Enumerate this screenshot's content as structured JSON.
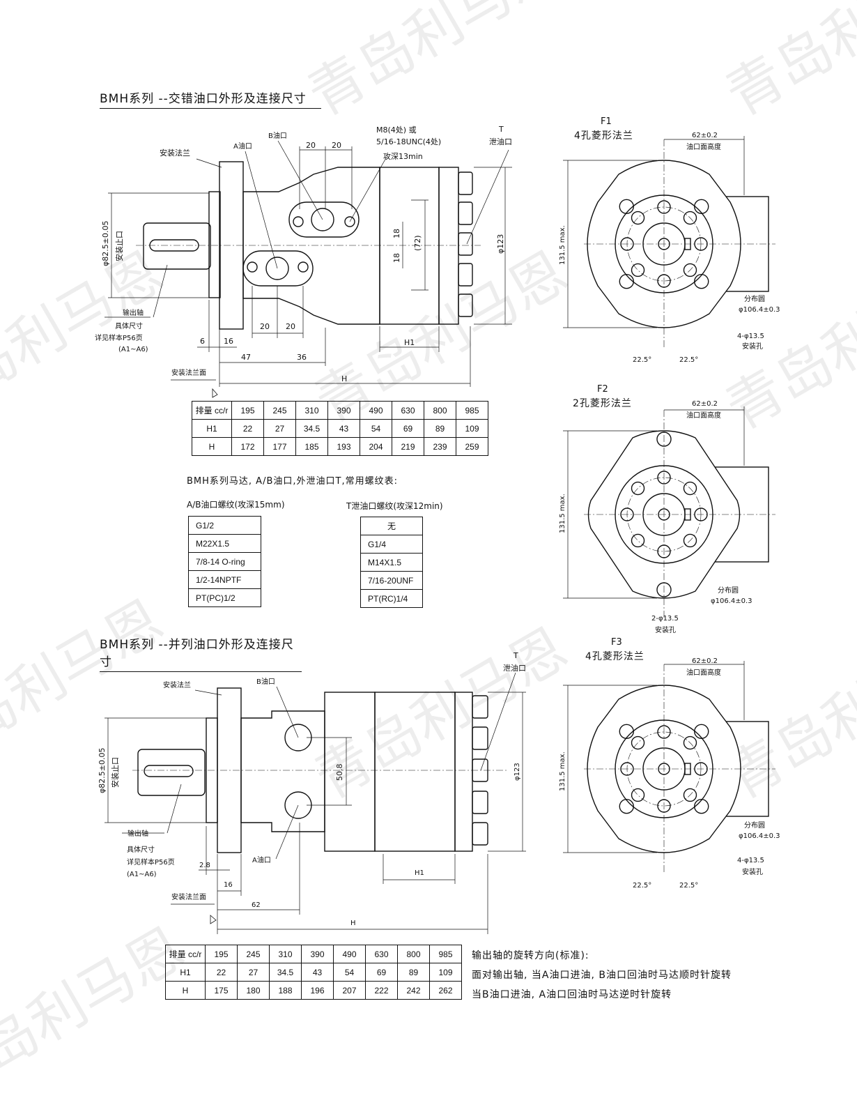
{
  "watermark_text": "青岛利马恩",
  "section1": {
    "title": "BMH系列 --交错油口外形及连接尺寸",
    "labels": {
      "mount_flange": "安装法兰",
      "port_a": "A油口",
      "port_b": "B油口",
      "dim_20a": "20",
      "dim_20b": "20",
      "bolt1": "M8(4处) 或",
      "bolt2": "5/16-18UNC(4处)",
      "bolt3": "攻深13min",
      "t_label": "T",
      "drain": "泄油口",
      "pilot_dia": "φ82.5±0.05",
      "pilot_name": "安装止口",
      "dim_18a": "18",
      "dim_18b": "18",
      "dim_72": "(72)",
      "dia_123": "φ123",
      "output_shaft": "输出轴",
      "detail1": "具体尺寸",
      "detail2": "详见样本P56页",
      "detail3": "(A1~A6)",
      "dim_20c": "20",
      "dim_20d": "20",
      "dim_6": "6",
      "dim_16": "16",
      "dim_h1": "H1",
      "dim_47": "47",
      "dim_36": "36",
      "flange_face": "安装法兰面",
      "dim_h": "H"
    },
    "table": {
      "header": "排量 cc/r",
      "displacements": [
        "195",
        "245",
        "310",
        "390",
        "490",
        "630",
        "800",
        "985"
      ],
      "rows": [
        {
          "label": "H1",
          "values": [
            "22",
            "27",
            "34.5",
            "43",
            "54",
            "69",
            "89",
            "109"
          ]
        },
        {
          "label": "H",
          "values": [
            "172",
            "177",
            "185",
            "193",
            "204",
            "219",
            "239",
            "259"
          ]
        }
      ]
    },
    "thread_title": "BMH系列马达, A/B油口,外泄油口T,常用螺纹表:",
    "ab_title": "A/B油口螺纹(攻深15mm)",
    "ab_threads": [
      "G1/2",
      "M22X1.5",
      "7/8-14 O-ring",
      "1/2-14NPTF",
      "PT(PC)1/2"
    ],
    "t_title": "T泄油口螺纹(攻深12min)",
    "t_threads": [
      "无",
      "G1/4",
      "M14X1.5",
      "7/16-20UNF",
      "PT(RC)1/4"
    ]
  },
  "flange_f1": {
    "name": "F1",
    "desc": "4孔菱形法兰",
    "dim_62": "62±0.2",
    "port_height": "油口面高度",
    "dim_131": "131.5 max.",
    "pcd_label": "分布圆",
    "pcd": "φ106.4±0.3",
    "holes": "4-φ13.5",
    "holes_label": "安装孔",
    "angle_a": "22.5°",
    "angle_b": "22.5°"
  },
  "flange_f2": {
    "name": "F2",
    "desc": "2孔菱形法兰",
    "dim_62": "62±0.2",
    "port_height": "油口面高度",
    "dim_131": "131.5 max.",
    "pcd_label": "分布圆",
    "pcd": "φ106.4±0.3",
    "holes": "2-φ13.5",
    "holes_label": "安装孔"
  },
  "section2": {
    "title": "BMH系列 --并列油口外形及连接尺寸",
    "labels": {
      "t_label": "T",
      "drain": "泄油口",
      "mount_flange": "安装法兰",
      "port_b": "B油口",
      "pilot_dia": "φ82.5±0.05",
      "pilot_name": "安装止口",
      "dim_508": "50.8",
      "dia_123": "φ123",
      "output_shaft": "输出轴",
      "detail1": "具体尺寸",
      "detail2": "详见样本P56页",
      "detail3": "(A1~A6)",
      "dim_28": "2.8",
      "port_a": "A油口",
      "dim_h1": "H1",
      "dim_16": "16",
      "flange_face": "安装法兰面",
      "dim_62": "62",
      "dim_h": "H"
    },
    "table": {
      "header": "排量 cc/r",
      "displacements": [
        "195",
        "245",
        "310",
        "390",
        "490",
        "630",
        "800",
        "985"
      ],
      "rows": [
        {
          "label": "H1",
          "values": [
            "22",
            "27",
            "34.5",
            "43",
            "54",
            "69",
            "89",
            "109"
          ]
        },
        {
          "label": "H",
          "values": [
            "175",
            "180",
            "188",
            "196",
            "207",
            "222",
            "242",
            "262"
          ]
        }
      ]
    },
    "rotation": {
      "title": "输出轴的旋转方向(标准):",
      "line1": "面对输出轴, 当A油口进油, B油口回油时马达顺时针旋转",
      "line2": "当B油口进油, A油口回油时马达逆时针旋转"
    }
  },
  "flange_f3": {
    "name": "F3",
    "desc": "4孔菱形法兰",
    "dim_62": "62±0.2",
    "port_height": "油口面高度",
    "dim_131": "131.5 max.",
    "pcd_label": "分布圆",
    "pcd": "φ106.4±0.3",
    "holes": "4-φ13.5",
    "holes_label": "安装孔",
    "angle_a": "22.5°",
    "angle_b": "22.5°"
  }
}
